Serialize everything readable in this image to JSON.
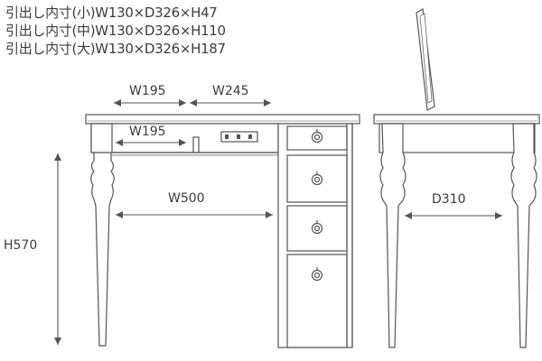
{
  "drawer_specs": [
    "引出し内寸(小)W130×D326×H47",
    "引出し内寸(中)W130×D326×H110",
    "引出し内寸(大)W130×D326×H187"
  ],
  "dimensions": {
    "top_left_width": "W195",
    "top_right_width": "W245",
    "inner_shelf_width": "W195",
    "knee_space_width": "W500",
    "side_depth": "D310",
    "height": "H570"
  },
  "colors": {
    "line": "#555555",
    "text": "#3c3c3c"
  }
}
